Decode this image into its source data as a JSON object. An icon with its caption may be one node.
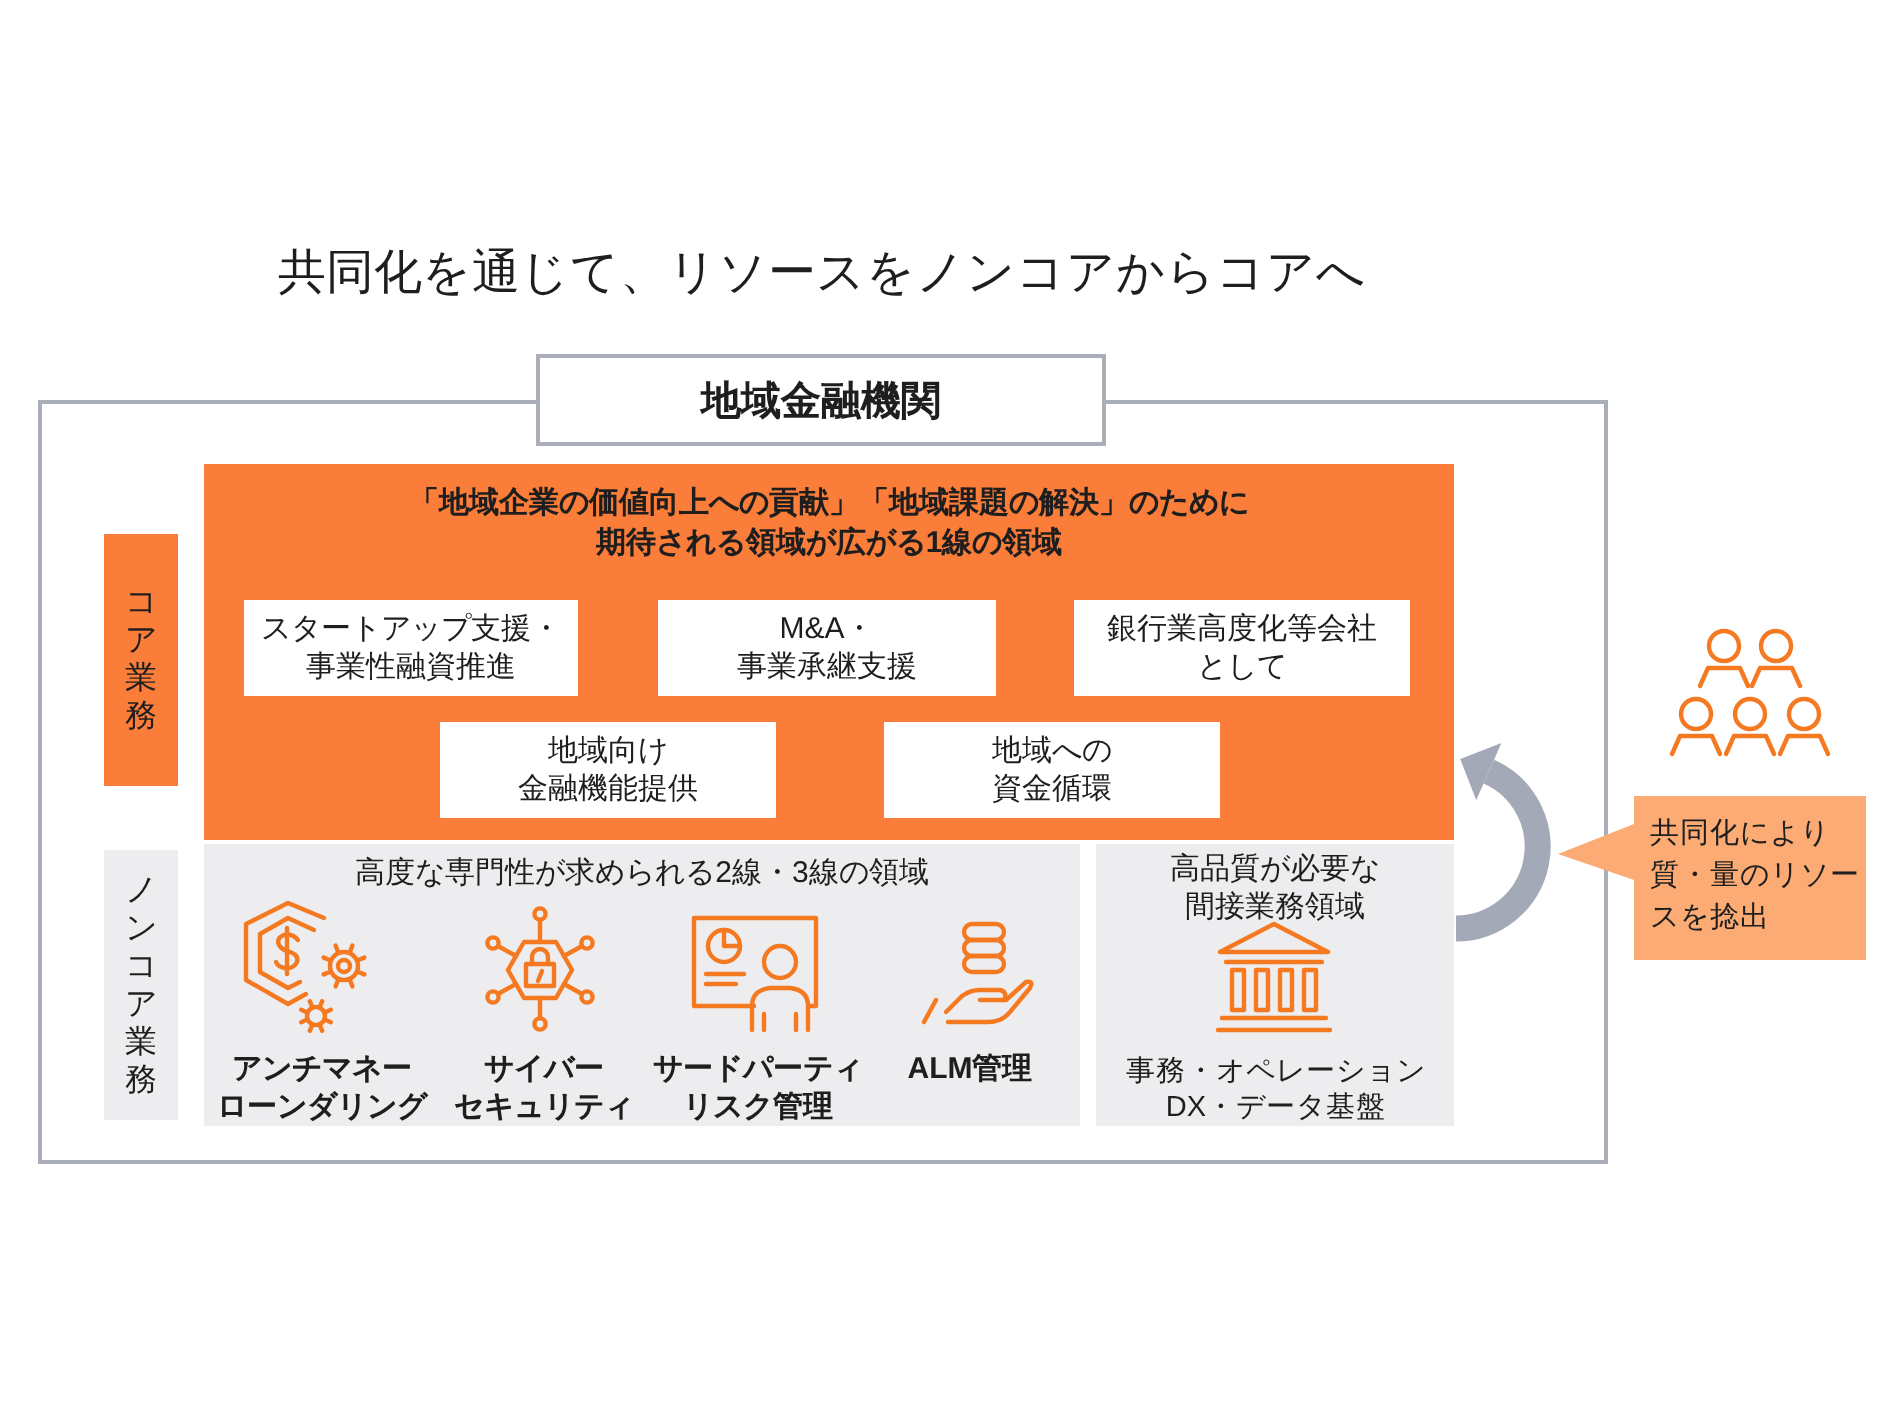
{
  "diagram": {
    "title": "共同化を通じて、リソースをノンコアからコアへ",
    "nodes": [
      {
        "text": [
          "地域金融機関"
        ]
      },
      {
        "text": [
          "コア業務"
        ],
        "in": 0
      },
      {
        "text": [
          "「地域企業の価値向上への貢献」「地域課題の解決」のために期待される領域が広がる1線の領域"
        ],
        "in": 0
      },
      {
        "text": [
          "スタートアップ支援・事業性融資推進"
        ],
        "in": 2
      },
      {
        "text": [
          "M&A・事業承継支援"
        ],
        "in": 2
      },
      {
        "text": [
          "銀行業高度化等会社として"
        ],
        "in": 2
      },
      {
        "text": [
          "地域向け金融機能提供"
        ],
        "in": 2
      },
      {
        "text": [
          "地域への資金循環"
        ],
        "in": 2
      },
      {
        "text": [
          "ノンコア業務"
        ],
        "in": 0
      },
      {
        "text": [
          "高度な専門性が求められる2線・3線の領域",
          "アンチマネーローンダリング",
          "サイバーセキュリティ",
          "サードパーティリスク管理",
          "ALM管理"
        ],
        "in": 0
      },
      {
        "text": [
          "高品質が必要な間接業務領域",
          "事務・オペレーションDX・データ基盤"
        ],
        "in": 0
      },
      {
        "text": [
          "共同化により質・量のリソースを捻出"
        ]
      }
    ],
    "edges": [
      {
        "from": 10,
        "to": 2,
        "arrow": "to"
      }
    ]
  }
}
